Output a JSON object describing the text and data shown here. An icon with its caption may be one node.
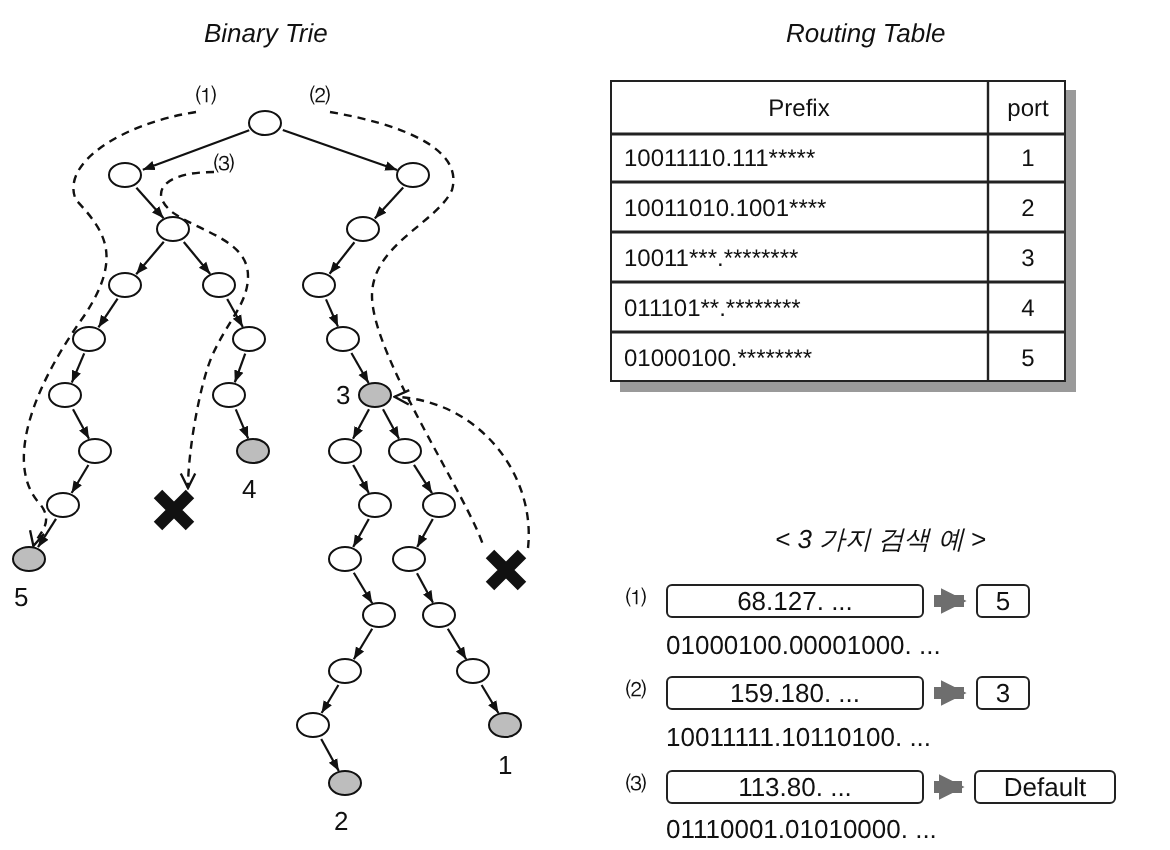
{
  "diagram": {
    "nodes": [
      {
        "text": [],
        "shape": "circle"
      },
      {
        "text": [],
        "shape": "circle"
      },
      {
        "text": [],
        "shape": "circle"
      },
      {
        "text": [],
        "shape": "circle"
      },
      {
        "text": [],
        "shape": "circle"
      },
      {
        "text": [],
        "shape": "circle"
      },
      {
        "text": [],
        "shape": "circle"
      },
      {
        "text": [],
        "shape": "circle"
      },
      {
        "text": [],
        "shape": "circle"
      },
      {
        "text": [],
        "shape": "circle",
        "beside": [
          "5"
        ]
      },
      {
        "text": [],
        "shape": "circle"
      },
      {
        "text": [],
        "shape": "circle"
      },
      {
        "text": [],
        "shape": "circle",
        "beside": [
          "4"
        ]
      },
      {
        "text": [],
        "shape": "circle"
      },
      {
        "text": [],
        "shape": "circle"
      },
      {
        "text": [],
        "shape": "circle"
      },
      {
        "text": [],
        "shape": "circle"
      },
      {
        "text": [],
        "shape": "circle",
        "beside": [
          "3"
        ]
      },
      {
        "text": [],
        "shape": "circle"
      },
      {
        "text": [],
        "shape": "circle"
      },
      {
        "text": [],
        "shape": "circle"
      },
      {
        "text": [],
        "shape": "circle"
      },
      {
        "text": [],
        "shape": "circle"
      },
      {
        "text": [],
        "shape": "circle"
      },
      {
        "text": [],
        "shape": "circle",
        "beside": [
          "2"
        ]
      },
      {
        "text": [],
        "shape": "circle"
      },
      {
        "text": [],
        "shape": "circle"
      },
      {
        "text": [],
        "shape": "circle"
      },
      {
        "text": [],
        "shape": "circle"
      },
      {
        "text": [],
        "shape": "circle"
      },
      {
        "text": [],
        "shape": "circle",
        "beside": [
          "1"
        ]
      },
      {
        "text": [],
        "shape": "cross"
      },
      {
        "text": [],
        "shape": "cross"
      },
      {
        "text": [
          "68.127. ..."
        ]
      },
      {
        "text": [
          "5"
        ]
      },
      {
        "text": [
          "159.180. ..."
        ]
      },
      {
        "text": [
          "3"
        ]
      },
      {
        "text": [
          "113.80. ..."
        ]
      },
      {
        "text": [
          "Default"
        ]
      },
      {
        "text": [
          "⑴"
        ]
      },
      {
        "text": [
          "⑵"
        ]
      },
      {
        "text": [
          "⑶"
        ]
      }
    ],
    "edges": [
      {
        "from": 0,
        "to": 1,
        "arrow": "to"
      },
      {
        "from": 1,
        "to": 2,
        "arrow": "to"
      },
      {
        "from": 2,
        "to": 3,
        "arrow": "to"
      },
      {
        "from": 2,
        "to": 4,
        "arrow": "to"
      },
      {
        "from": 3,
        "to": 5,
        "arrow": "to"
      },
      {
        "from": 5,
        "to": 6,
        "arrow": "to"
      },
      {
        "from": 6,
        "to": 7,
        "arrow": "to"
      },
      {
        "from": 7,
        "to": 8,
        "arrow": "to"
      },
      {
        "from": 8,
        "to": 9,
        "arrow": "to"
      },
      {
        "from": 4,
        "to": 10,
        "arrow": "to"
      },
      {
        "from": 10,
        "to": 11,
        "arrow": "to"
      },
      {
        "from": 11,
        "to": 12,
        "arrow": "to"
      },
      {
        "from": 0,
        "to": 13,
        "arrow": "to"
      },
      {
        "from": 13,
        "to": 14,
        "arrow": "to"
      },
      {
        "from": 14,
        "to": 15,
        "arrow": "to"
      },
      {
        "from": 15,
        "to": 16,
        "arrow": "to"
      },
      {
        "from": 16,
        "to": 17,
        "arrow": "to"
      },
      {
        "from": 17,
        "to": 18,
        "arrow": "to"
      },
      {
        "from": 18,
        "to": 19,
        "arrow": "to"
      },
      {
        "from": 19,
        "to": 20,
        "arrow": "to"
      },
      {
        "from": 20,
        "to": 21,
        "arrow": "to"
      },
      {
        "from": 21,
        "to": 22,
        "arrow": "to"
      },
      {
        "from": 22,
        "to": 23,
        "arrow": "to"
      },
      {
        "from": 23,
        "to": 24,
        "arrow": "to"
      },
      {
        "from": 17,
        "to": 25,
        "arrow": "to"
      },
      {
        "from": 25,
        "to": 26,
        "arrow": "to"
      },
      {
        "from": 26,
        "to": 27,
        "arrow": "to"
      },
      {
        "from": 27,
        "to": 28,
        "arrow": "to"
      },
      {
        "from": 28,
        "to": 29,
        "arrow": "to"
      },
      {
        "from": 29,
        "to": 30,
        "arrow": "to"
      },
      {
        "from": 39,
        "to": 9,
        "arrow": "to",
        "style": "dashed"
      },
      {
        "from": 40,
        "to": 32,
        "arrow": "none",
        "style": "dashed"
      },
      {
        "from": 41,
        "to": 31,
        "arrow": "to",
        "style": "dashed"
      },
      {
        "from": 32,
        "to": 17,
        "arrow": "to",
        "style": "dashed"
      },
      {
        "from": 33,
        "to": 34,
        "arrow": "to",
        "style": "thick",
        "color": "#6e6e6e"
      },
      {
        "from": 35,
        "to": 36,
        "arrow": "to",
        "style": "thick",
        "color": "#6e6e6e"
      },
      {
        "from": 37,
        "to": 38,
        "arrow": "to",
        "style": "thick",
        "color": "#6e6e6e"
      }
    ],
    "labels": [
      "Binary Trie",
      "Routing Table",
      "Prefix",
      "port",
      "10011110.111*****",
      "1",
      "10011010.1001****",
      "2",
      "10011***.********",
      "3",
      "011101**.********",
      "4",
      "01000100.********",
      "5",
      "< 3 가지 검색 예 >",
      "⑴",
      "01000100.00001000. ...",
      "⑵",
      "10011111.10110100. ...",
      "⑶",
      "01110001.01010000. ..."
    ]
  }
}
